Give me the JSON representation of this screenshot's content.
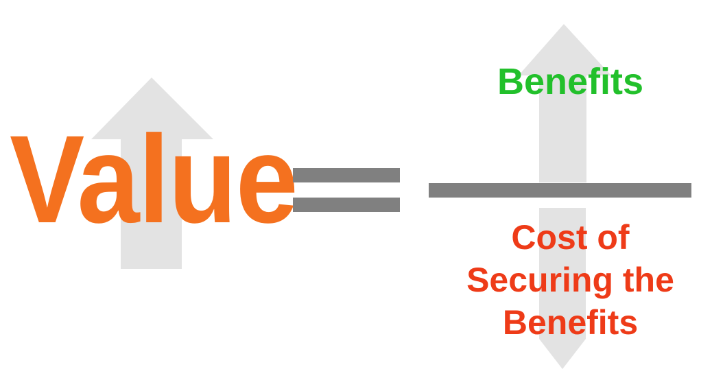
{
  "diagram": {
    "title": "Value equals Benefits over Cost of Securing the Benefits",
    "left_term": {
      "label": "Value",
      "color": "#F4711F",
      "arrow": {
        "icon": "up-arrow-icon",
        "direction": "up",
        "color": "#E3E3E3"
      }
    },
    "operator": {
      "label": "=",
      "name": "equals-sign",
      "color": "#808080"
    },
    "fraction": {
      "numerator": {
        "label": "Benefits",
        "color": "#22C02B",
        "arrow": {
          "icon": "up-arrow-icon",
          "direction": "up",
          "color": "#E3E3E3"
        }
      },
      "bar_color": "#808080",
      "denominator": {
        "lines": [
          "Cost of",
          "Securing the",
          "Benefits"
        ],
        "color": "#EE3B18",
        "arrow": {
          "icon": "down-arrow-icon",
          "direction": "down",
          "color": "#E3E3E3"
        }
      }
    },
    "background_color": "#FFFFFF"
  }
}
